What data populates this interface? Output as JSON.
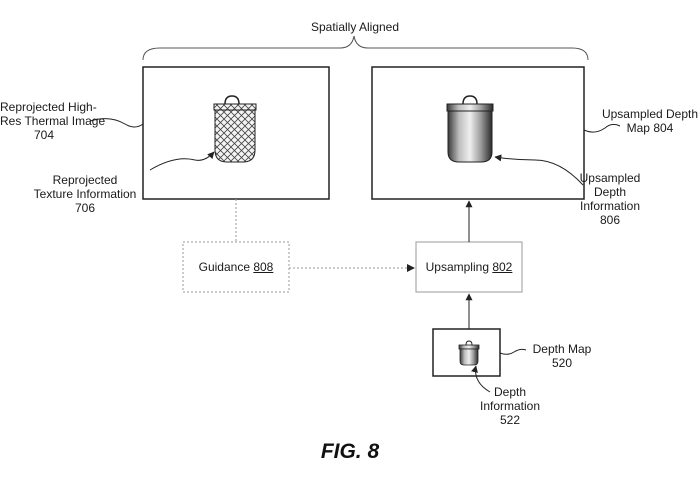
{
  "figure": {
    "caption": "FIG. 8",
    "bracket_label": "Spatially Aligned"
  },
  "nodes": {
    "thermal_image": {
      "label_line1": "Reprojected High-",
      "label_line2": "Res Thermal Image",
      "label_ref": "704",
      "texture_line1": "Reprojected",
      "texture_line2": "Texture Information",
      "texture_ref": "706"
    },
    "upsampled_map": {
      "label_line1": "Upsampled Depth",
      "label_line2": "Map 804",
      "info_line1": "Upsampled",
      "info_line2": "Depth",
      "info_line3": "Information",
      "info_ref": "806"
    },
    "guidance": {
      "label": "Guidance ",
      "ref": "808"
    },
    "upsampling": {
      "label": "Upsampling ",
      "ref": "802"
    },
    "depth_map": {
      "label_line1": "Depth Map",
      "label_ref": "520",
      "info_line1": "Depth",
      "info_line2": "Information",
      "info_ref": "522"
    }
  },
  "colors": {
    "line": "#222222",
    "dotted": "#9a9a9a",
    "hatch": "#444444"
  }
}
